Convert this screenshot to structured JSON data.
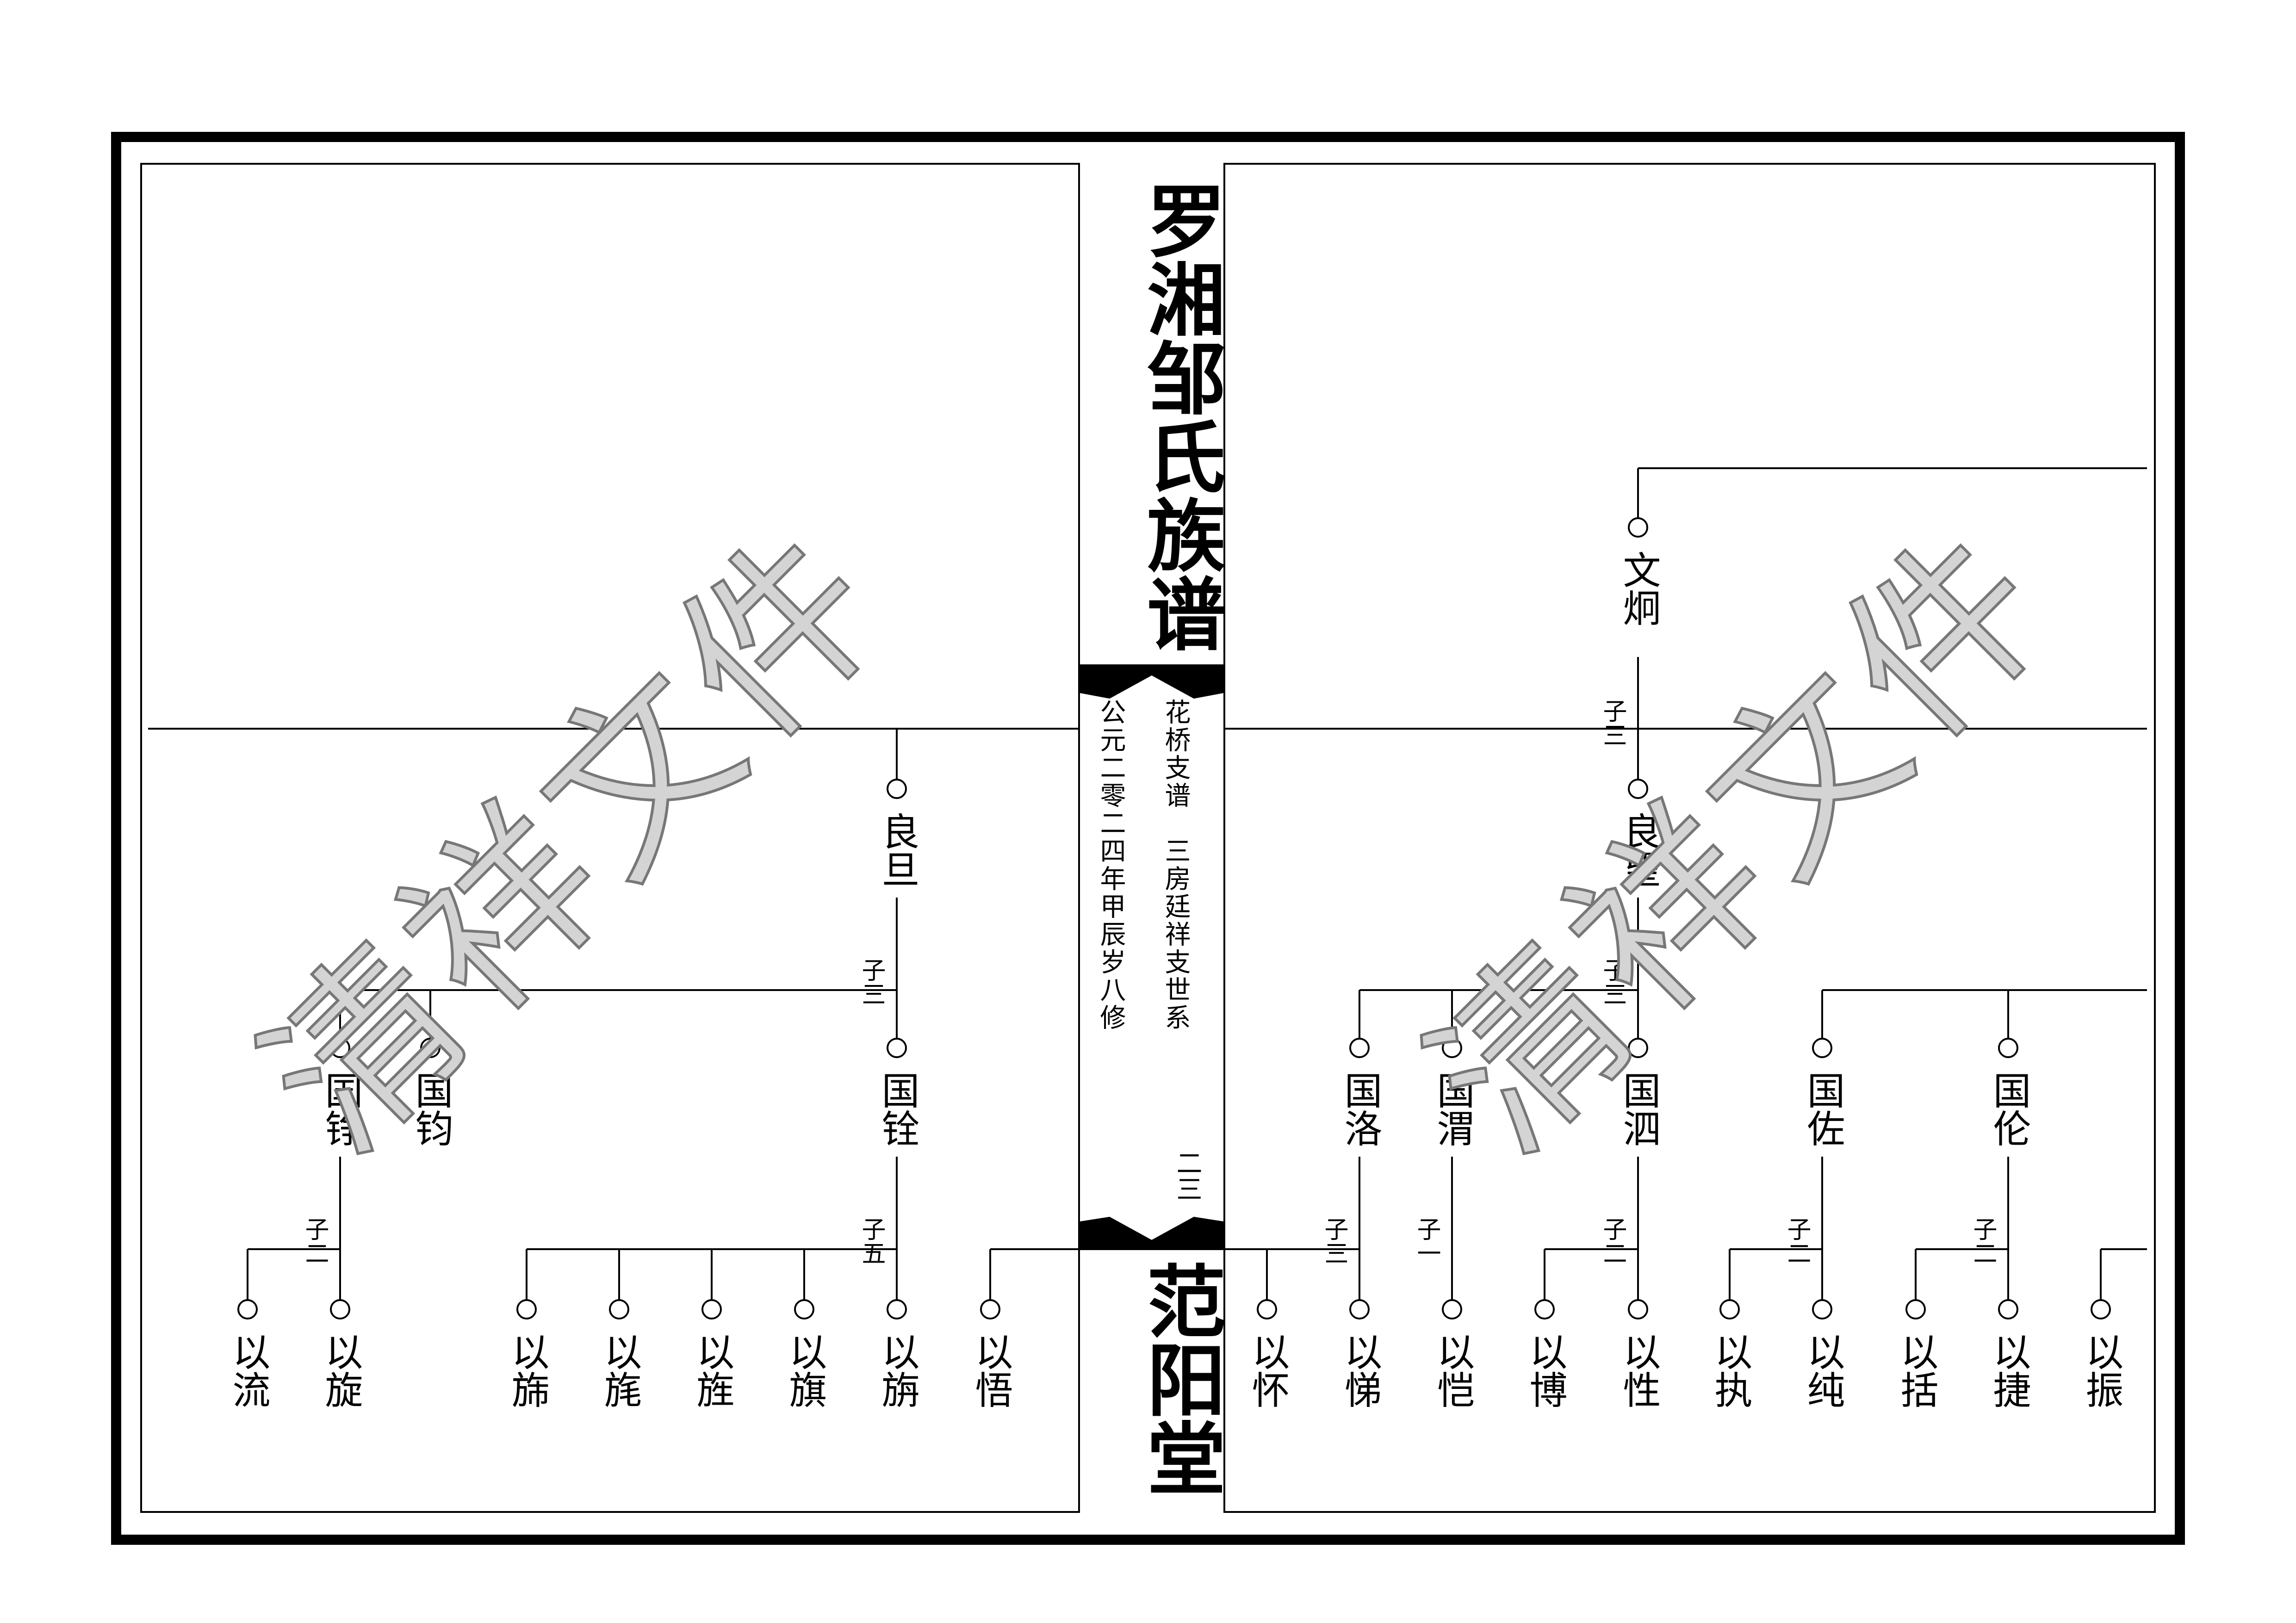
{
  "book": {
    "title": "罗湘邹氏族谱",
    "hall": "范阳堂",
    "branch": "花桥支谱　三房廷祥支世系",
    "edition": "公元二零二四年甲辰岁八修",
    "page_number": "二三"
  },
  "watermark": "清祥文件",
  "left_tree": {
    "person": "良旦",
    "children_count": "子三",
    "generation_guo": [
      {
        "name": "国铮",
        "count": "子二",
        "children": [
          "以流",
          "以旋"
        ]
      },
      {
        "name": "国钧",
        "count": "",
        "children": []
      },
      {
        "name": "国铨",
        "count": "子五",
        "children": [
          "以旆",
          "以旄",
          "以旌",
          "以旗",
          "以旃"
        ]
      }
    ],
    "extra_child": "以悟"
  },
  "right_tree": {
    "ancestor": "文炯",
    "ancestor_count": "子三",
    "person": "良望",
    "person_count": "子三",
    "generation_guo": [
      {
        "name": "国洛",
        "count": "子三",
        "children": [
          "以怀",
          "以悌"
        ]
      },
      {
        "name": "国渭",
        "count": "子一",
        "children": [
          "以恺"
        ]
      },
      {
        "name": "国泗",
        "count": "子二",
        "children": [
          "以博",
          "以性"
        ]
      },
      {
        "name": "国佐",
        "count": "子二",
        "children": [
          "以执",
          "以纯"
        ]
      },
      {
        "name": "国伦",
        "count": "子二",
        "children": [
          "以括",
          "以捷"
        ]
      }
    ],
    "extra_child": "以振"
  }
}
